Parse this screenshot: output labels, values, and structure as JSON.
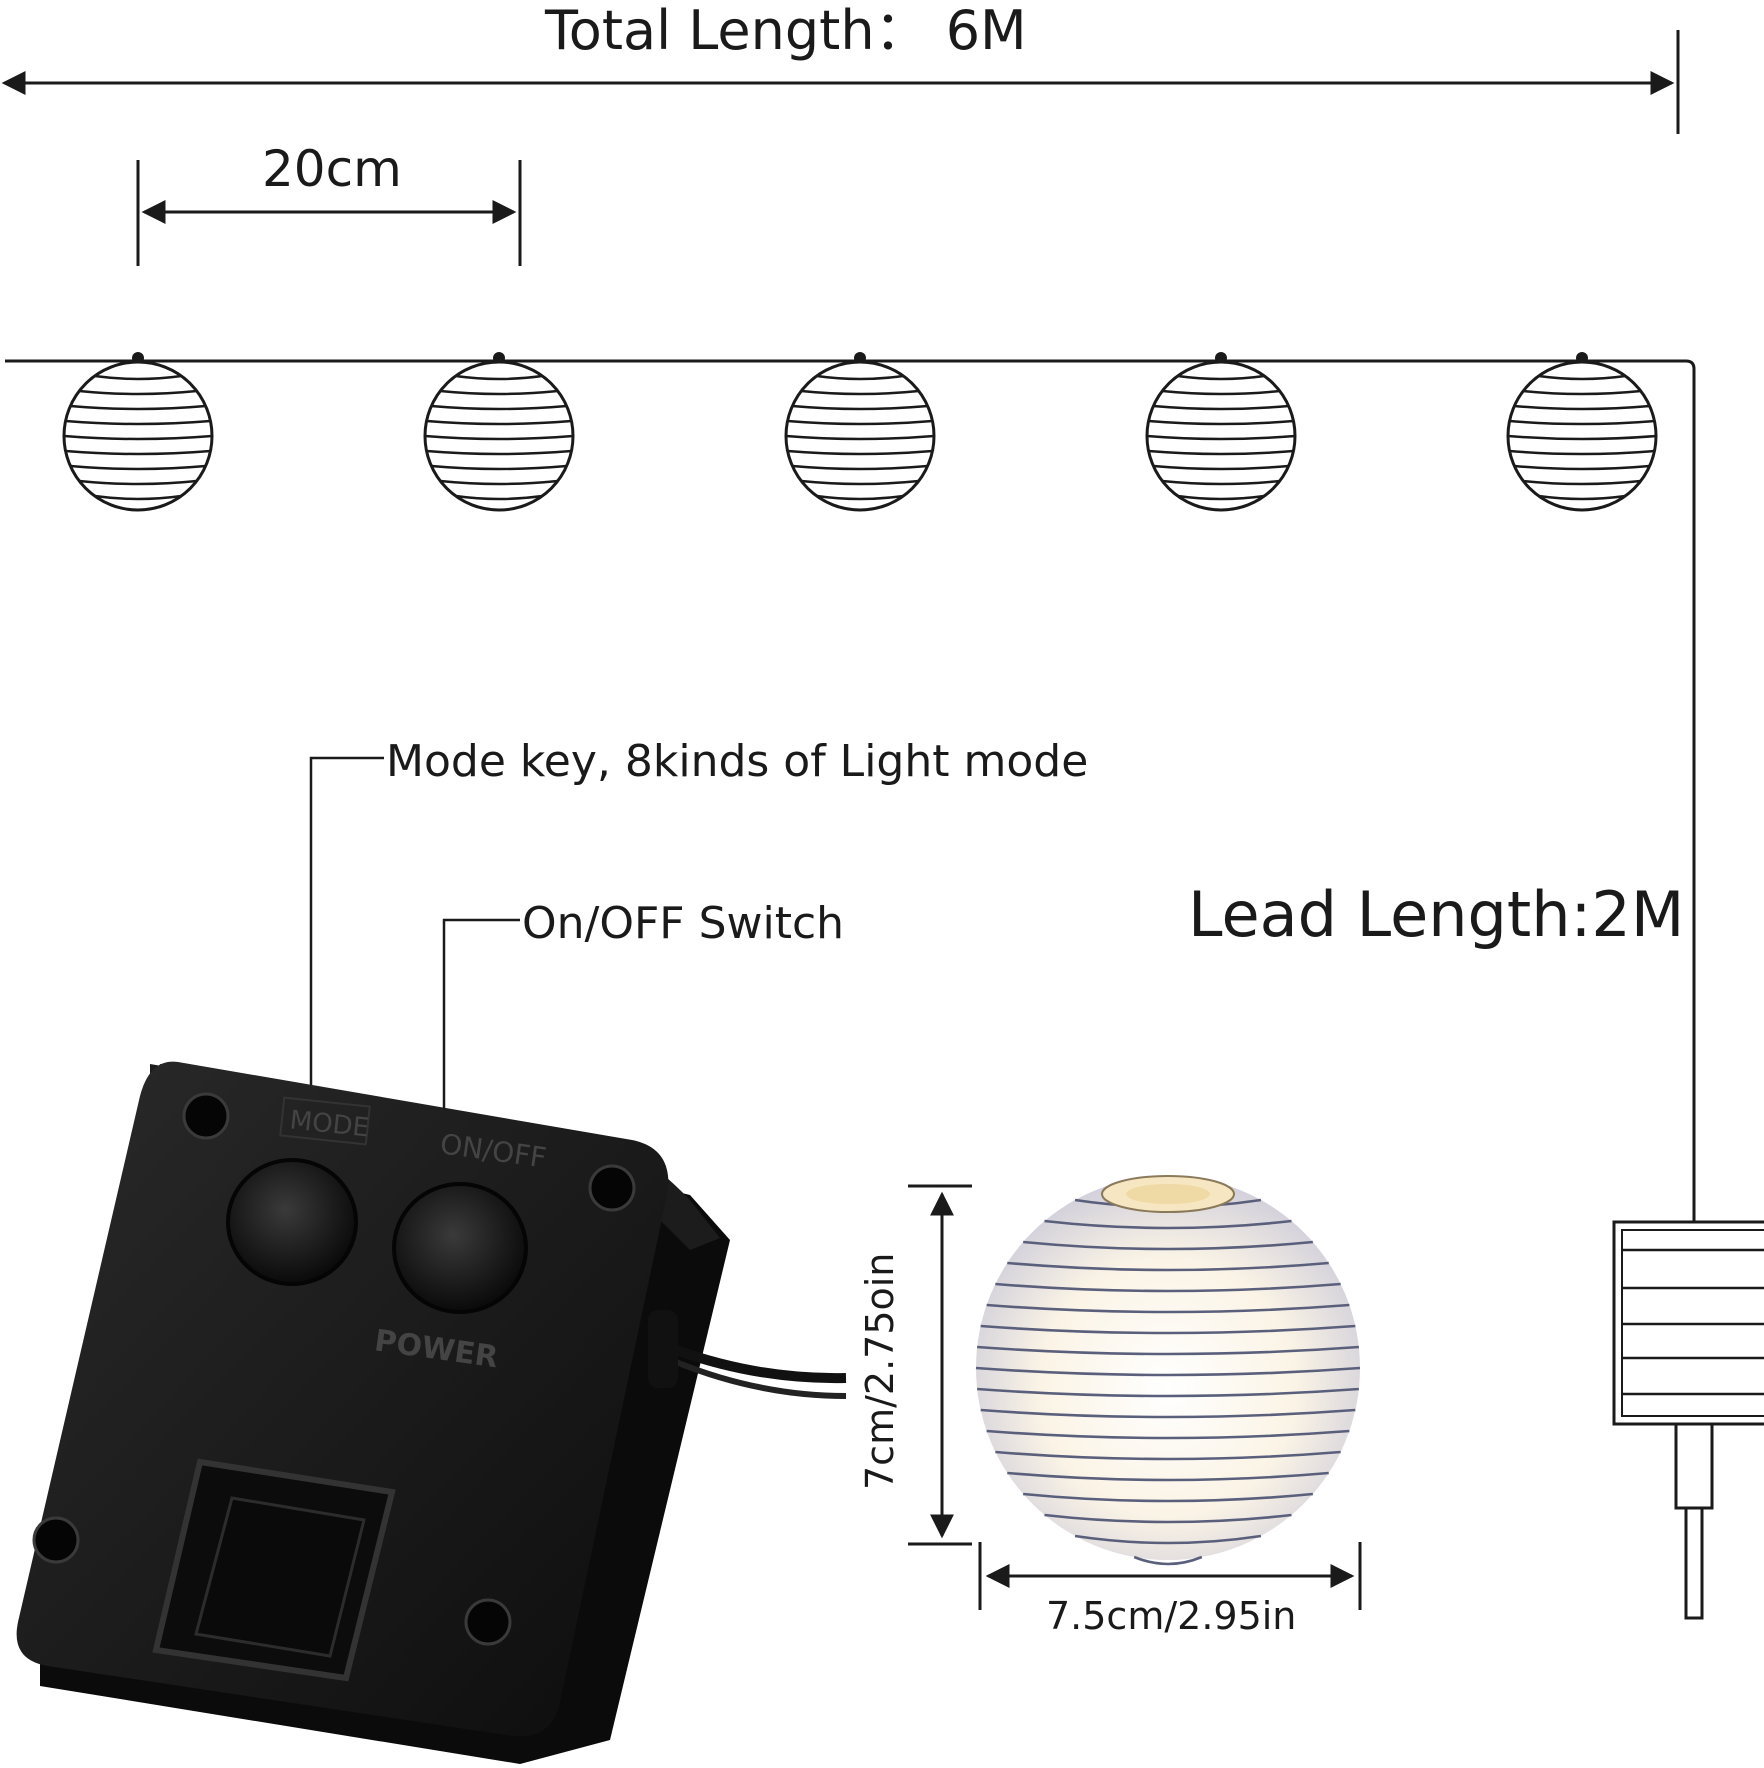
{
  "total_length_label": "Total Length： 6M",
  "spacing_label": "20cm",
  "mode_callout": "Mode key, 8kinds of Light mode",
  "onoff_callout": "On/OFF Switch",
  "lead_length_label": "Lead Length:2M",
  "lantern_height_label": "7cm/2.75oin",
  "lantern_width_label": "7.5cm/2.95in",
  "box_mode_text": "MODE",
  "box_onoff_text": "ON/OFF",
  "box_power_text": "POWER",
  "lantern_count": 5,
  "colors": {
    "line": "#1a1a1a",
    "box": "#161616",
    "lantern_glow": "#fff6dc"
  }
}
